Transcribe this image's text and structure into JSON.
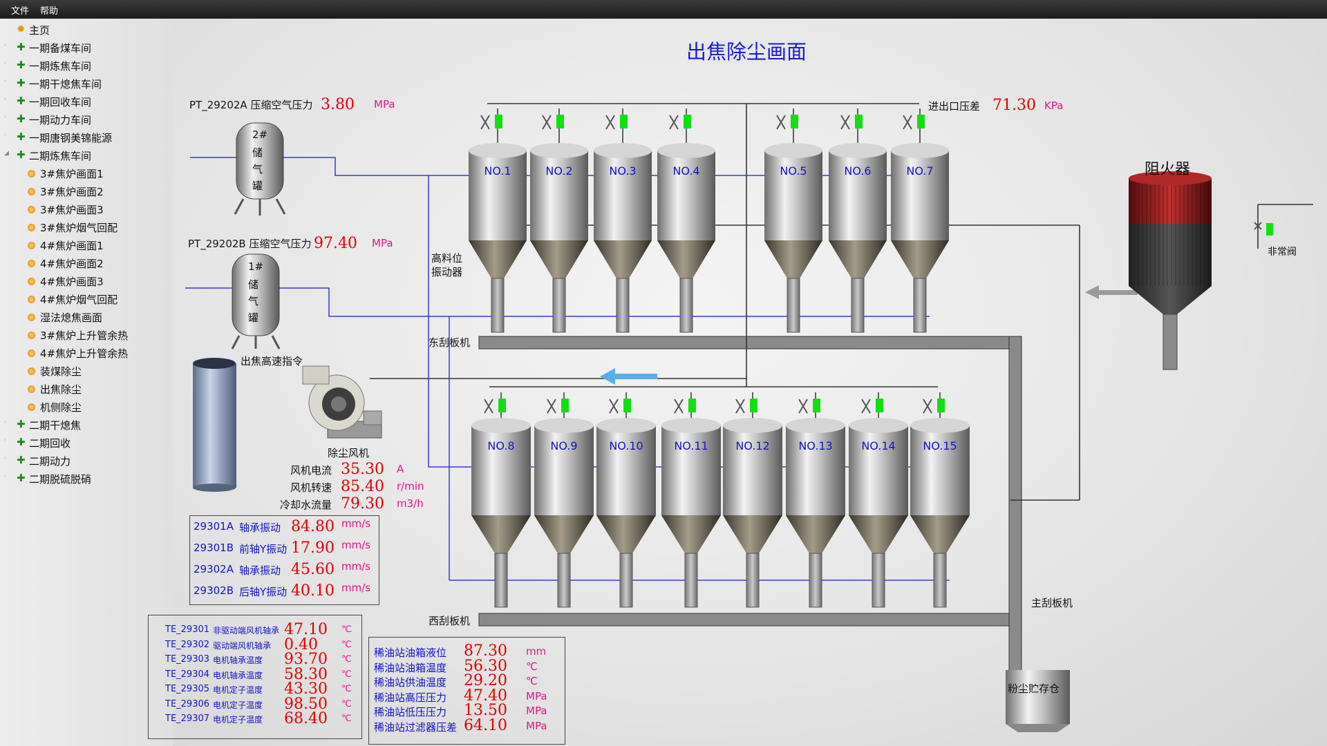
{
  "menu": {
    "file": "文件",
    "help": "帮助"
  },
  "sidebar": [
    {
      "label": "主页",
      "icon": "sun-icon",
      "expander": "",
      "level": 0
    },
    {
      "label": "一期备煤车间",
      "icon": "plus-icon",
      "expander": "·",
      "level": 0
    },
    {
      "label": "一期炼焦车间",
      "icon": "plus-icon",
      "expander": "·",
      "level": 0
    },
    {
      "label": "一期干熄焦车间",
      "icon": "plus-icon",
      "expander": "·",
      "level": 0
    },
    {
      "label": "一期回收车间",
      "icon": "plus-icon",
      "expander": "·",
      "level": 0
    },
    {
      "label": "一期动力车间",
      "icon": "plus-icon",
      "expander": "·",
      "level": 0
    },
    {
      "label": "一期唐钢美锦能源",
      "icon": "plus-icon",
      "expander": "·",
      "level": 0
    },
    {
      "label": "二期炼焦车间",
      "icon": "plus-icon",
      "expander": "◢",
      "level": 0
    },
    {
      "label": "3#焦炉画面1",
      "icon": "page-icon",
      "expander": "",
      "level": 1
    },
    {
      "label": "3#焦炉画面2",
      "icon": "page-icon",
      "expander": "",
      "level": 1
    },
    {
      "label": "3#焦炉画面3",
      "icon": "page-icon",
      "expander": "",
      "level": 1
    },
    {
      "label": "3#焦炉烟气回配",
      "icon": "page-icon",
      "expander": "",
      "level": 1
    },
    {
      "label": "4#焦炉画面1",
      "icon": "page-icon",
      "expander": "",
      "level": 1
    },
    {
      "label": "4#焦炉画面2",
      "icon": "page-icon",
      "expander": "",
      "level": 1
    },
    {
      "label": "4#焦炉画面3",
      "icon": "page-icon",
      "expander": "",
      "level": 1
    },
    {
      "label": "4#焦炉烟气回配",
      "icon": "page-icon",
      "expander": "",
      "level": 1
    },
    {
      "label": "湿法熄焦画面",
      "icon": "page-icon",
      "expander": "",
      "level": 1
    },
    {
      "label": "3#焦炉上升管余热",
      "icon": "page-icon",
      "expander": "",
      "level": 1
    },
    {
      "label": "4#焦炉上升管余热",
      "icon": "page-icon",
      "expander": "",
      "level": 1
    },
    {
      "label": "装煤除尘",
      "icon": "page-icon",
      "expander": "",
      "level": 1
    },
    {
      "label": "出焦除尘",
      "icon": "page-icon",
      "expander": "",
      "level": 1
    },
    {
      "label": "机侧除尘",
      "icon": "page-icon",
      "expander": "",
      "level": 1
    },
    {
      "label": "二期干熄焦",
      "icon": "plus-icon",
      "expander": "·",
      "level": 0
    },
    {
      "label": "二期回收",
      "icon": "plus-icon",
      "expander": "·",
      "level": 0
    },
    {
      "label": "二期动力",
      "icon": "plus-icon",
      "expander": "·",
      "level": 0
    },
    {
      "label": "二期脱硫脱硝",
      "icon": "plus-icon",
      "expander": "·",
      "level": 0
    }
  ],
  "title": "出焦除尘画面",
  "air_tank_2": {
    "tag": "PT_29202A 压缩空气压力",
    "value": "3.80",
    "unit": "MPa",
    "name_chars": [
      "2#",
      "储",
      "气",
      "罐"
    ]
  },
  "air_tank_1": {
    "tag": "PT_29202B 压缩空气压力",
    "value": "97.40",
    "unit": "MPa",
    "name_chars": [
      "1#",
      "储",
      "气",
      "罐"
    ]
  },
  "diff_pressure": {
    "label": "进出口压差",
    "value": "71.30",
    "unit": "KPa"
  },
  "flame_arrester": "阻火器",
  "abnormal_valve": "非常阀",
  "high_level": "高料位",
  "vibrator": "振动器",
  "east_scraper": "东刮板机",
  "west_scraper": "西刮板机",
  "main_scraper": "主刮板机",
  "dust_silo": "粉尘贮存仓",
  "high_speed_cmd": "出焦高速指令",
  "fan_name": "除尘风机",
  "fan": [
    {
      "label": "风机电流",
      "value": "35.30",
      "unit": "A"
    },
    {
      "label": "风机转速",
      "value": "85.40",
      "unit": "r/min"
    },
    {
      "label": "冷却水流量",
      "value": "79.30",
      "unit": "m3/h"
    }
  ],
  "tanks_top": [
    "NO.1",
    "NO.2",
    "NO.3",
    "NO.4",
    "NO.5",
    "NO.6",
    "NO.7"
  ],
  "tanks_bottom": [
    "NO.8",
    "NO.9",
    "NO.10",
    "NO.11",
    "NO.12",
    "NO.13",
    "NO.14",
    "NO.15"
  ],
  "vibration": [
    {
      "tag": "29301A",
      "label": "轴承振动",
      "value": "84.80",
      "unit": "mm/s"
    },
    {
      "tag": "29301B",
      "label": "前轴Y振动",
      "value": "17.90",
      "unit": "mm/s"
    },
    {
      "tag": "29302A",
      "label": "轴承振动",
      "value": "45.60",
      "unit": "mm/s"
    },
    {
      "tag": "29302B",
      "label": "后轴Y振动",
      "value": "40.10",
      "unit": "mm/s"
    }
  ],
  "temperatures": [
    {
      "tag": "TE_29301",
      "label": "非驱动端风机轴承",
      "value": "47.10",
      "unit": "℃"
    },
    {
      "tag": "TE_29302",
      "label": "驱动端风机轴承",
      "value": "0.40",
      "unit": "℃"
    },
    {
      "tag": "TE_29303",
      "label": "电机轴承温度",
      "value": "93.70",
      "unit": "℃"
    },
    {
      "tag": "TE_29304",
      "label": "电机轴承温度",
      "value": "58.30",
      "unit": "℃"
    },
    {
      "tag": "TE_29305",
      "label": "电机定子温度",
      "value": "43.30",
      "unit": "℃"
    },
    {
      "tag": "TE_29306",
      "label": "电机定子温度",
      "value": "98.50",
      "unit": "℃"
    },
    {
      "tag": "TE_29307",
      "label": "电机定子温度",
      "value": "68.40",
      "unit": "℃"
    }
  ],
  "oil_station": [
    {
      "label": "稀油站油箱液位",
      "value": "87.30",
      "unit": "mm"
    },
    {
      "label": "稀油站油箱温度",
      "value": "56.30",
      "unit": "℃"
    },
    {
      "label": "稀油站供油温度",
      "value": "29.20",
      "unit": "℃"
    },
    {
      "label": "稀油站高压压力",
      "value": "47.40",
      "unit": "MPa"
    },
    {
      "label": "稀油站低压压力",
      "value": "13.50",
      "unit": "MPa"
    },
    {
      "label": "稀油站过滤器压差",
      "value": "64.10",
      "unit": "MPa"
    }
  ],
  "colors": {
    "title": "#1a1ad6",
    "value": "#e00000",
    "unit": "#e0138a",
    "tag": "#1313c8",
    "pipe_blue": "#3838d8",
    "valve_green": "#10e010"
  }
}
